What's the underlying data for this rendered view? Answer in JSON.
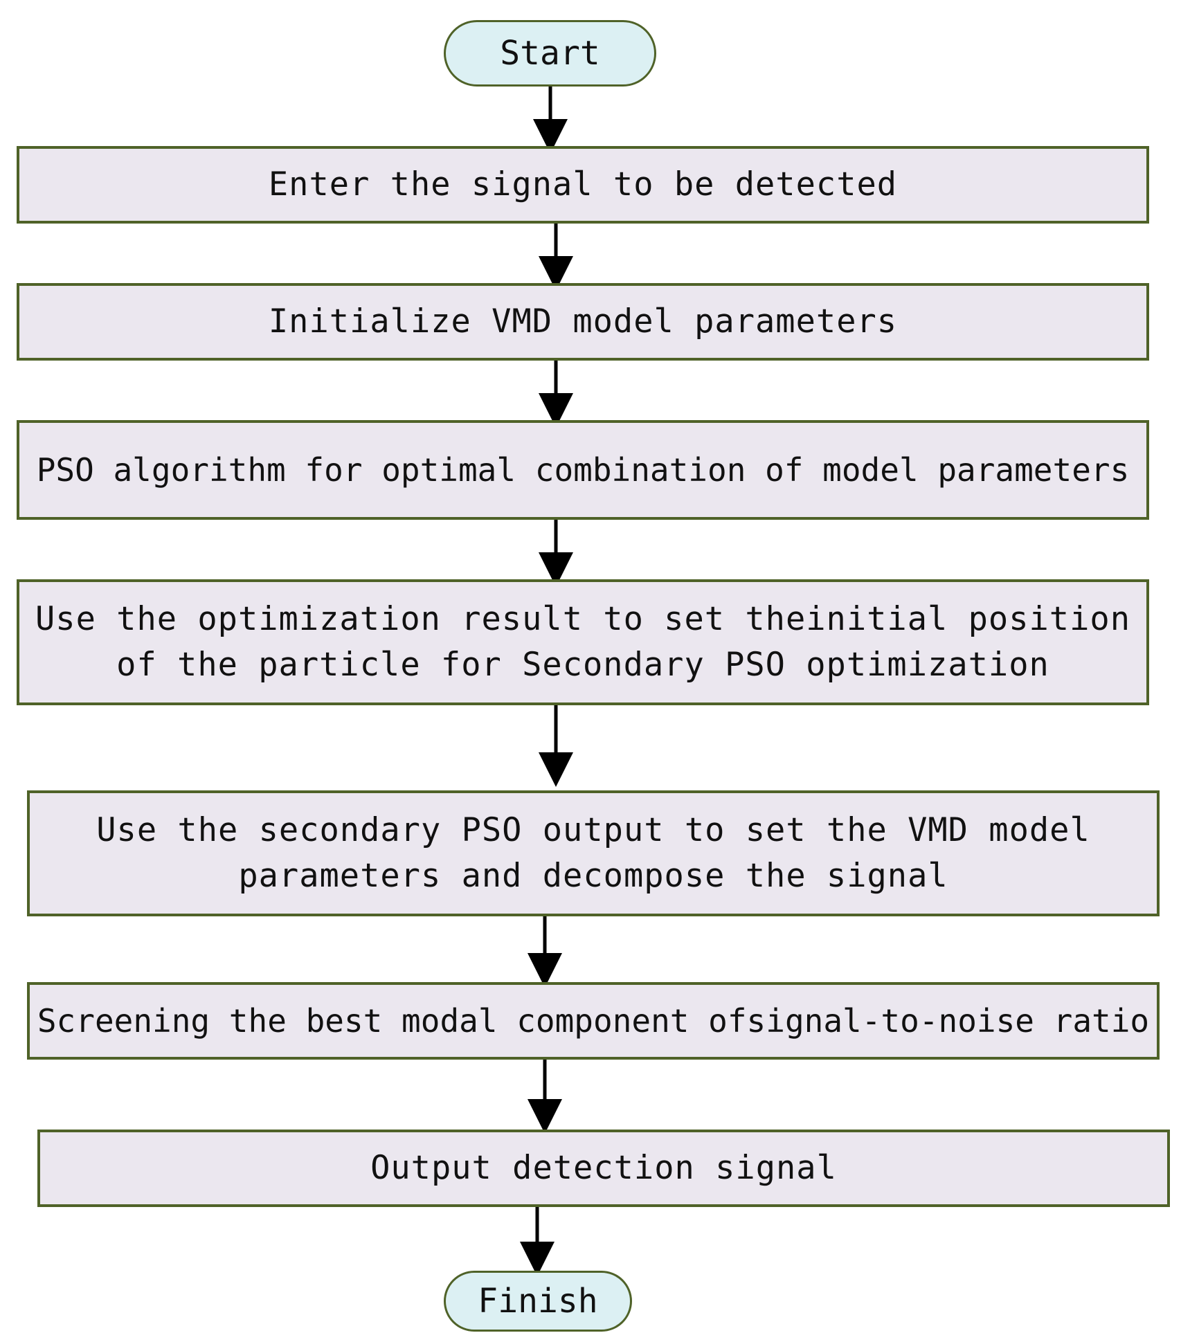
{
  "flowchart": {
    "start": "Start",
    "steps": [
      "Enter the signal to be detected",
      "Initialize VMD model parameters",
      "PSO algorithm for optimal combination of model parameters",
      "Use the optimization result to set theinitial position\nof the particle for Secondary PSO optimization",
      "Use the secondary PSO output to set the VMD model\nparameters and decompose the signal",
      "Screening the best modal component ofsignal-to-noise ratio",
      "Output detection signal"
    ],
    "finish": "Finish"
  },
  "colors": {
    "terminal_fill": "#dcf0f3",
    "process_fill": "#ebe7ef",
    "border": "#4f6228",
    "arrow": "#000000"
  }
}
